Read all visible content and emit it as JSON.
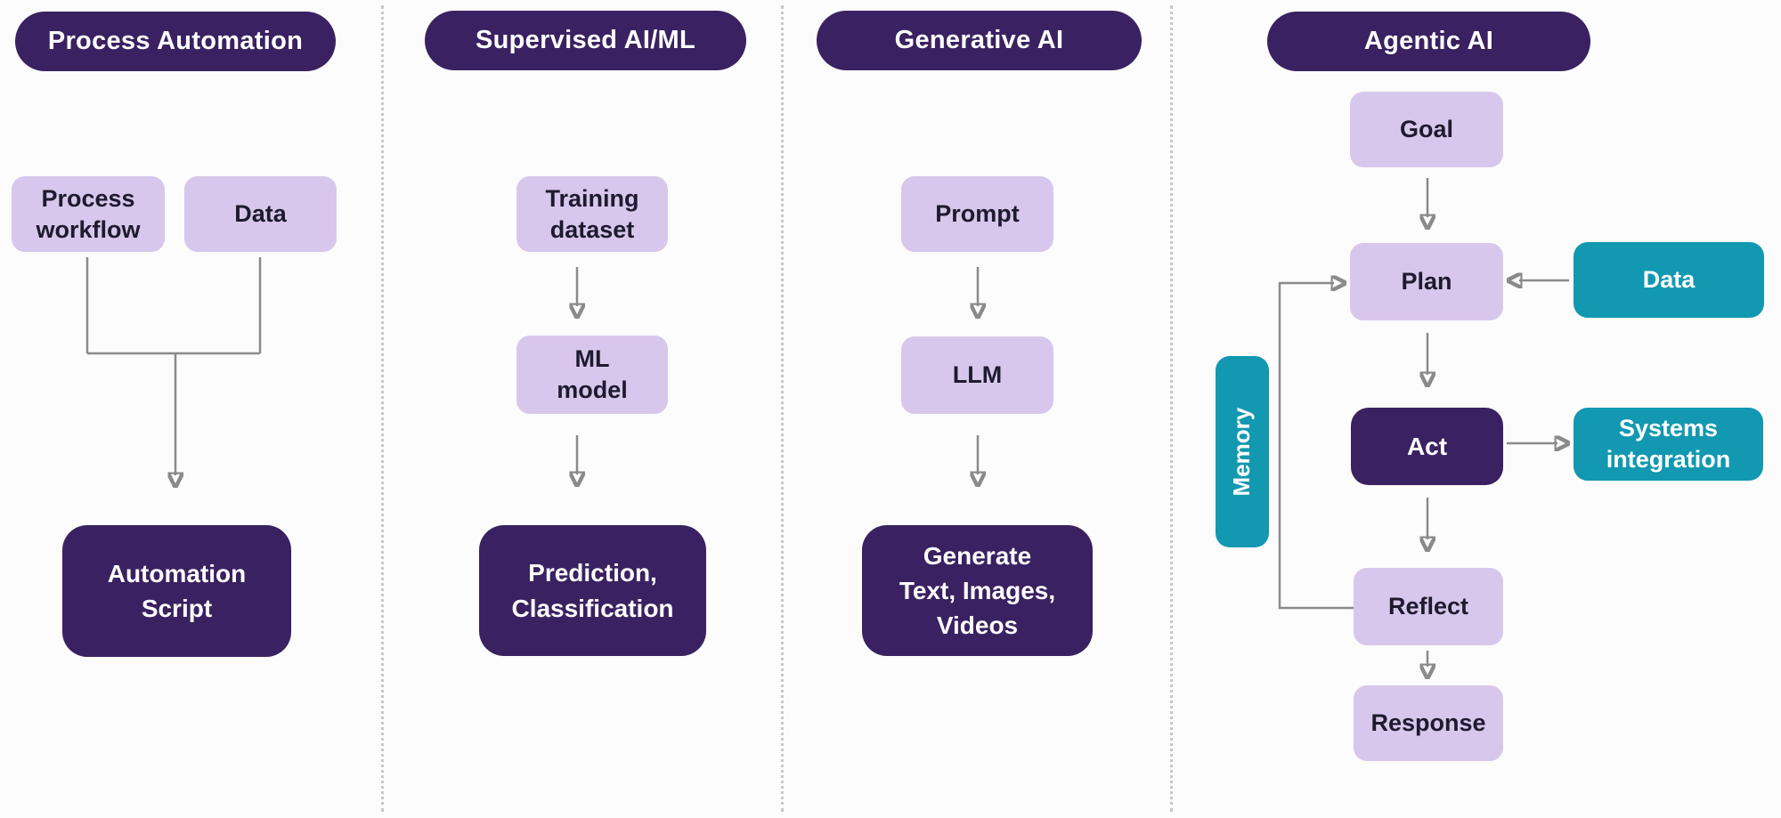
{
  "diagram": {
    "background": "#FCFCFC",
    "colors": {
      "header_bg": "#3A2161",
      "dark_box_bg": "#3A2161",
      "light_box_bg": "#D8C7EC",
      "teal_box_bg": "#1298B1",
      "light_box_text": "#1E1A2F",
      "white_text": "#FFFFFF",
      "arrow": "#8A8A8A",
      "divider": "#C8C8C8"
    },
    "columns": [
      {
        "title": "Process Automation",
        "nodes": {
          "process_workflow": "Process\nworkflow",
          "data": "Data",
          "automation_script": "Automation\nScript"
        }
      },
      {
        "title": "Supervised AI/ML",
        "nodes": {
          "training_dataset": "Training\ndataset",
          "ml_model": "ML\nmodel",
          "prediction_classification": "Prediction,\nClassification"
        }
      },
      {
        "title": "Generative AI",
        "nodes": {
          "prompt": "Prompt",
          "llm": "LLM",
          "generate_outputs": "Generate\nText, Images,\nVideos"
        }
      },
      {
        "title": "Agentic AI",
        "nodes": {
          "goal": "Goal",
          "plan": "Plan",
          "data": "Data",
          "memory": "Memory",
          "act": "Act",
          "systems_integration": "Systems\nintegration",
          "reflect": "Reflect",
          "response": "Response"
        }
      }
    ],
    "edges": [
      {
        "from": "Process workflow",
        "to": "Automation Script"
      },
      {
        "from": "Data",
        "to": "Automation Script"
      },
      {
        "from": "Training dataset",
        "to": "ML model"
      },
      {
        "from": "ML model",
        "to": "Prediction, Classification"
      },
      {
        "from": "Prompt",
        "to": "LLM"
      },
      {
        "from": "LLM",
        "to": "Generate Text, Images, Videos"
      },
      {
        "from": "Goal",
        "to": "Plan"
      },
      {
        "from": "Data",
        "to": "Plan"
      },
      {
        "from": "Plan",
        "to": "Act"
      },
      {
        "from": "Act",
        "to": "Systems integration"
      },
      {
        "from": "Act",
        "to": "Reflect"
      },
      {
        "from": "Reflect",
        "to": "Plan"
      },
      {
        "from": "Reflect",
        "to": "Response"
      }
    ]
  }
}
